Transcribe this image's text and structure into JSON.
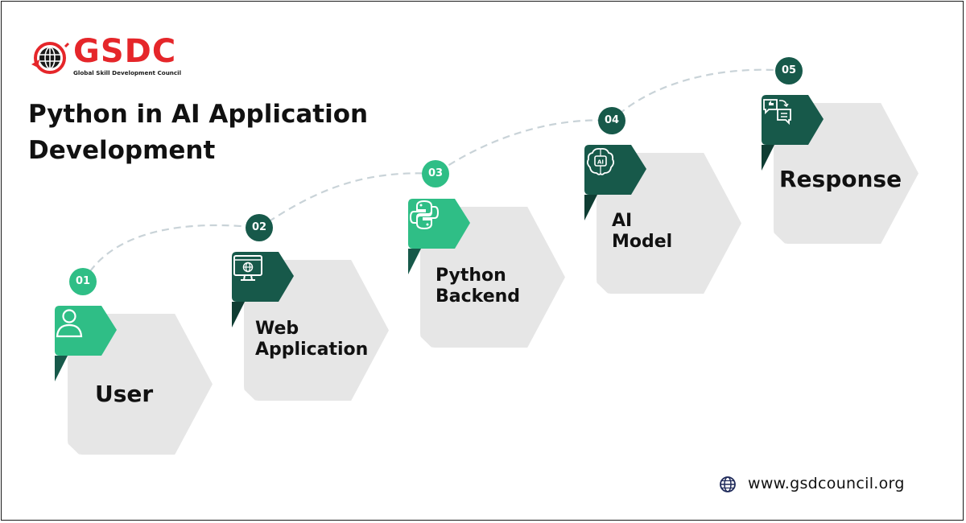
{
  "brand": {
    "name": "GSDC",
    "tagline": "Global Skill Development Council",
    "red": "#e5262a",
    "dark": "#1a1a1a"
  },
  "title": {
    "line1": "Python in AI Application",
    "line2": "Development"
  },
  "steps": [
    {
      "number": "01",
      "lines": [
        "User"
      ],
      "icon": "user-icon",
      "tab_color": "#2fbe86"
    },
    {
      "number": "02",
      "lines": [
        "Web",
        "Application"
      ],
      "icon": "web-monitor-icon",
      "tab_color": "#17594a"
    },
    {
      "number": "03",
      "lines": [
        "Python",
        "Backend"
      ],
      "icon": "python-logo-icon",
      "tab_color": "#2fbe86"
    },
    {
      "number": "04",
      "lines": [
        "AI",
        "Model"
      ],
      "icon": "ai-brain-icon",
      "tab_color": "#17594a"
    },
    {
      "number": "05",
      "lines": [
        "Response"
      ],
      "icon": "chat-feedback-icon",
      "tab_color": "#17594a"
    }
  ],
  "colors": {
    "card": "#e6e6e6",
    "green_light": "#2fbe86",
    "green_dark": "#17594a",
    "connector": "#c9d3d8"
  },
  "footer": {
    "icon": "globe-icon",
    "url": "www.gsdcouncil.org"
  }
}
